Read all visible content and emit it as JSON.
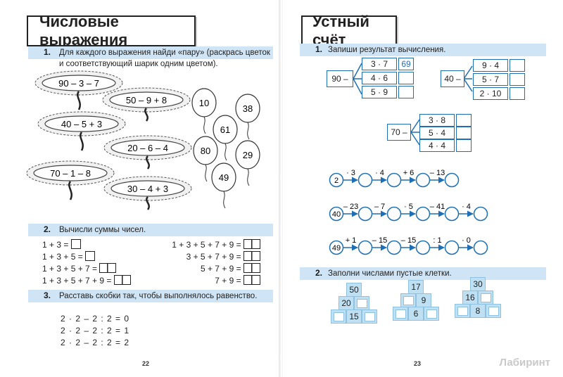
{
  "left_page": {
    "title": "Числовые выражения",
    "task1": {
      "num": "1.",
      "text": "Для каждого выражения найди «пару» (раскрась цветок и соответствующий шарик одним цветом).",
      "flowers": [
        "90 – 3 – 7",
        "50 – 9 + 8",
        "40 – 5 + 3",
        "20 – 6 – 4",
        "70 – 1 – 8",
        "30 – 4 + 3"
      ],
      "balloons": [
        "10",
        "38",
        "61",
        "80",
        "29",
        "49"
      ]
    },
    "task2": {
      "num": "2.",
      "text": "Вычисли суммы чисел.",
      "rows_left": [
        "1 + 3 =",
        "1 + 3 + 5 =",
        "1 + 3 + 5 + 7 =",
        "1 + 3 + 5 + 7 + 9 ="
      ],
      "rows_right": [
        "1 + 3 + 5 + 7 + 9 =",
        "3 + 5 + 7 + 9 =",
        "5 + 7 + 9 =",
        "7 + 9 ="
      ]
    },
    "task3": {
      "num": "3.",
      "text": "Расставь скобки так, чтобы выполнялось равенство.",
      "rows": [
        "2 · 2 – 2 : 2 = 0",
        "2 · 2 – 2 : 2 = 1",
        "2 · 2 – 2 : 2 = 2"
      ]
    },
    "page_number": "22"
  },
  "right_page": {
    "title": "Устный счёт",
    "task1": {
      "num": "1.",
      "text": "Запиши результат вычисления.",
      "tree1": {
        "root": "90 –",
        "items": [
          "3 · 7",
          "4 · 6",
          "5 · 9"
        ],
        "answers": [
          "69",
          "",
          ""
        ]
      },
      "tree2": {
        "root": "40 –",
        "items": [
          "9 · 4",
          "5 · 7",
          "2 · 10"
        ]
      },
      "tree3": {
        "root": "70 –",
        "items": [
          "3 · 8",
          "5 · 4",
          "4 · 4"
        ]
      },
      "chain1": {
        "start": "2",
        "ops": [
          "· 3",
          "· 4",
          "+ 6",
          "– 13"
        ]
      },
      "chain2": {
        "start": "40",
        "ops": [
          "– 23",
          "– 7",
          "· 5",
          "– 41",
          "· 4"
        ]
      },
      "chain3": {
        "start": "49",
        "ops": [
          "+ 1",
          "– 15",
          "– 15",
          ": 1",
          "· 0"
        ]
      }
    },
    "task2": {
      "num": "2.",
      "text": "Заполни числами пустые клетки.",
      "pyr1": [
        "50",
        "20",
        "15"
      ],
      "pyr2": [
        "17",
        "9",
        "6"
      ],
      "pyr3": [
        "30",
        "16",
        "8"
      ]
    },
    "page_number": "23"
  },
  "watermark": "Лабиринт",
  "colors": {
    "accent_blue": "#1f6fb5",
    "task_bar": "#cfe4f4",
    "cell_blue": "#bfe0f2"
  }
}
